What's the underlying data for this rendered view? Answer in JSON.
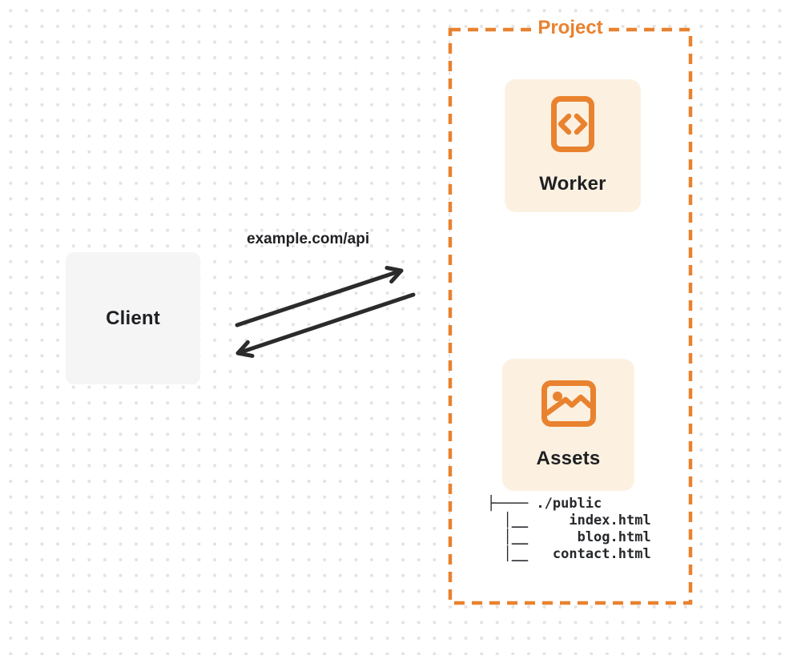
{
  "client": {
    "label": "Client"
  },
  "request": {
    "url": "example.com/api"
  },
  "project": {
    "label": "Project",
    "worker": {
      "label": "Worker",
      "icon": "code-document-icon"
    },
    "assets": {
      "label": "Assets",
      "icon": "image-icon",
      "file_tree": {
        "root": "./public",
        "files": [
          "index.html",
          "blog.html",
          "contact.html"
        ],
        "ascii": "├──── ./public\n  │__     index.html\n  │__      blog.html\n  │__   contact.html"
      }
    }
  },
  "colors": {
    "orange": "#E9822F",
    "card_background": "#FCF1E1",
    "client_background": "#F5F5F6",
    "arrow": "#2B2B2B",
    "text": "#1F2023",
    "dot_grid": "#E3E3E3"
  }
}
